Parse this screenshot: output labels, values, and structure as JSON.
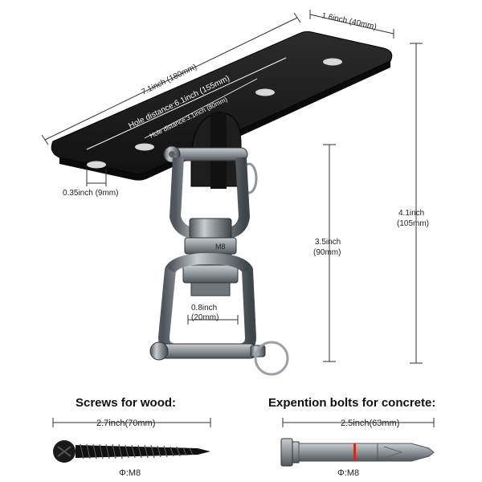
{
  "plate": {
    "width_label": "1.6inch (40mm)",
    "length_label": "7.1inch (180mm)",
    "hole_distance_outer_label": "Hole distance:6.1inch (155mm)",
    "hole_distance_inner_label": "Hole distance:3.1inch (80mm)",
    "hole_diameter_label": "0.35inch (9mm)"
  },
  "hook": {
    "total_height_label": {
      "inch": "4.1inch",
      "mm": "(105mm)"
    },
    "shackle_height_label": {
      "inch": "3.5inch",
      "mm": "(90mm)"
    },
    "opening_label": {
      "inch": "0.8inch",
      "mm": "(20mm)"
    },
    "swivel_stamp": "M8"
  },
  "screws": {
    "heading": "Screws for wood:",
    "length_label": "2.7inch(70mm)",
    "thread_label": "Φ:M8"
  },
  "bolts": {
    "heading": "Expention bolts for concrete:",
    "length_label": "2.5inch(63mm)",
    "thread_label": "Φ:M8"
  },
  "colors": {
    "plate": "#1c1c1c",
    "steel": "#8e9499",
    "steel_dark": "#4f555a",
    "marker_red": "#d42a1e"
  }
}
